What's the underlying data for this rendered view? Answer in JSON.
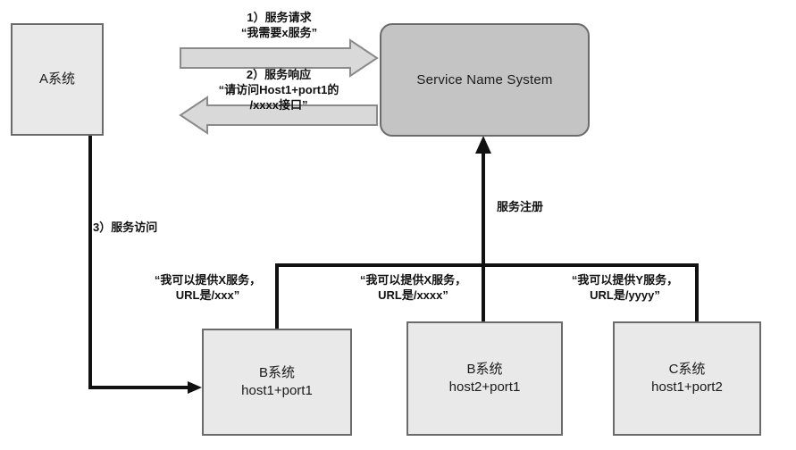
{
  "diagram": {
    "title": "Service Name System registration and discovery diagram",
    "colors": {
      "node_fill": "#e9e9e9",
      "node_stroke": "#6b6b6b",
      "registry_fill": "#c4c4c4",
      "line": "#111111",
      "block_arrow_fill": "#d9d9d9",
      "text": "#111111"
    },
    "nodes": {
      "a_system": {
        "line1": "A系统",
        "line2": ""
      },
      "service_name_system": {
        "line1": "Service Name System",
        "line2": ""
      },
      "b_system_1": {
        "line1": "B系统",
        "line2": "host1+port1"
      },
      "b_system_2": {
        "line1": "B系统",
        "line2": "host2+port1"
      },
      "c_system_1": {
        "line1": "C系统",
        "line2": "host1+port2"
      }
    },
    "labels": {
      "service_request_l1": "1）服务请求",
      "service_request_l2": "“我需要x服务”",
      "service_response_l1": "2）服务响应",
      "service_response_l2": "“请访问Host1+port1的",
      "service_response_l3": "/xxxx接口”",
      "service_access": "3）服务访问",
      "service_register": "服务注册",
      "provide_x_1_l1": "“我可以提供X服务，",
      "provide_x_1_l2": "URL是/xxx”",
      "provide_x_2_l1": "“我可以提供X服务，",
      "provide_x_2_l2": "URL是/xxxx”",
      "provide_y_1_l1": "“我可以提供Y服务，",
      "provide_y_1_l2": "URL是/yyyy”"
    }
  }
}
